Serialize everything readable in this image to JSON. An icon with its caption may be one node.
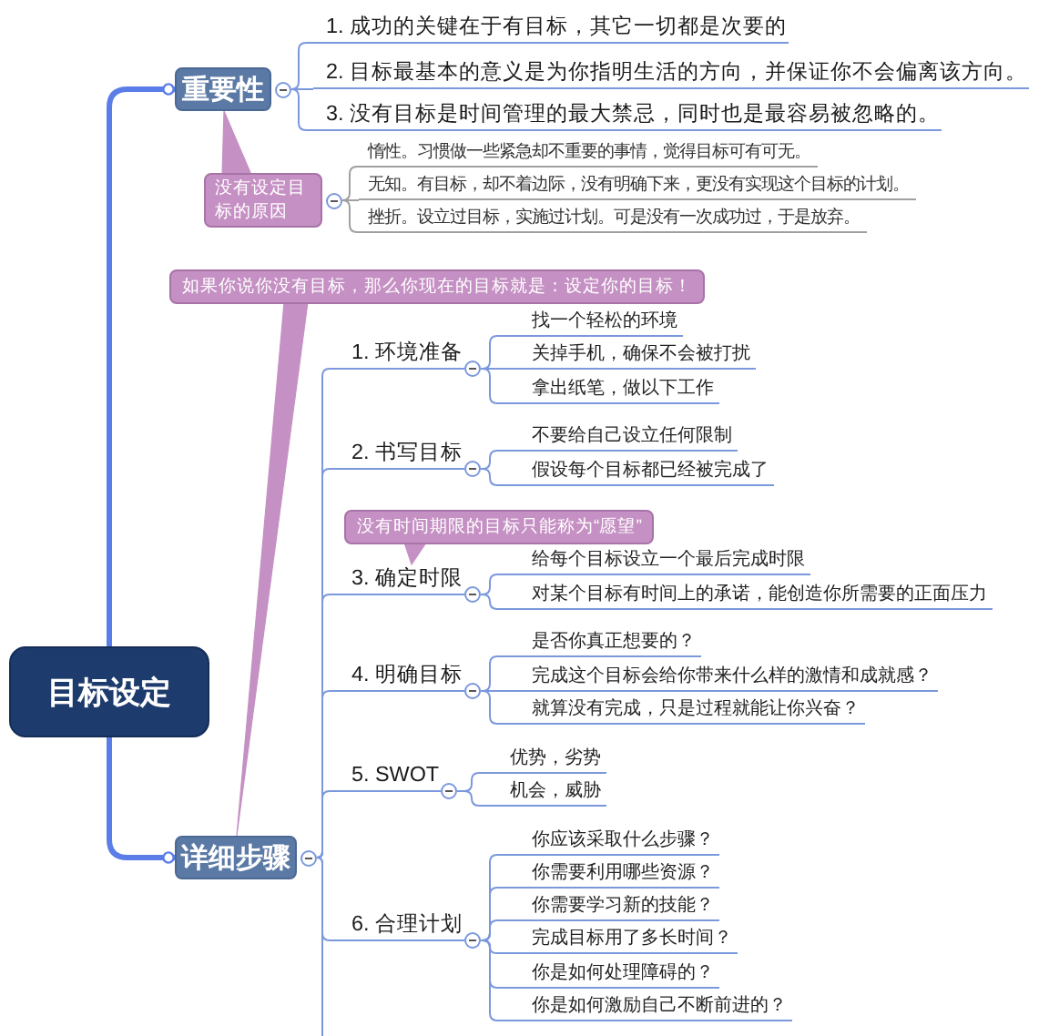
{
  "diagram": {
    "nodes": [
      {
        "text": [
          "目标设定"
        ]
      },
      {
        "text": [
          "重要性"
        ]
      },
      {
        "text": [
          "1. 成功的关键在于有目标，其它一切都是次要的"
        ]
      },
      {
        "text": [
          "2. 目标最基本的意义是为你指明生活的方向，并保证你不会偏离该方向。"
        ]
      },
      {
        "text": [
          "3. 没有目标是时间管理的最大禁忌，同时也是最容易被忽略的。"
        ]
      },
      {
        "text": [
          "没有设定目标的原因"
        ]
      },
      {
        "text": [
          "惰性。习惯做一些紧急却不重要的事情，觉得目标可有可无。"
        ]
      },
      {
        "text": [
          "无知。有目标，却不着边际，没有明确下来，更没有实现这个目标的计划。"
        ]
      },
      {
        "text": [
          "挫折。设立过目标，实施过计划。可是没有一次成功过，于是放弃。"
        ]
      },
      {
        "text": [
          "如果你说你没有目标，那么你现在的目标就是：设定你的目标！"
        ]
      },
      {
        "text": [
          "详细步骤"
        ]
      },
      {
        "text": [
          "1. 环境准备"
        ]
      },
      {
        "text": [
          "找一个轻松的环境"
        ]
      },
      {
        "text": [
          "关掉手机，确保不会被打扰"
        ]
      },
      {
        "text": [
          "拿出纸笔，做以下工作"
        ]
      },
      {
        "text": [
          "2. 书写目标"
        ]
      },
      {
        "text": [
          "不要给自己设立任何限制"
        ]
      },
      {
        "text": [
          "假设每个目标都已经被完成了"
        ]
      },
      {
        "text": [
          "没有时间期限的目标只能称为“愿望”"
        ]
      },
      {
        "text": [
          "3. 确定时限"
        ]
      },
      {
        "text": [
          "给每个目标设立一个最后完成时限"
        ]
      },
      {
        "text": [
          "对某个目标有时间上的承诺，能创造你所需要的正面压力"
        ]
      },
      {
        "text": [
          "4. 明确目标"
        ]
      },
      {
        "text": [
          "是否你真正想要的？"
        ]
      },
      {
        "text": [
          "完成这个目标会给你带来什么样的激情和成就感？"
        ]
      },
      {
        "text": [
          "就算没有完成，只是过程就能让你兴奋？"
        ]
      },
      {
        "text": [
          "5. SWOT"
        ]
      },
      {
        "text": [
          "优势，劣势"
        ]
      },
      {
        "text": [
          "机会，威胁"
        ]
      },
      {
        "text": [
          "6. 合理计划"
        ]
      },
      {
        "text": [
          "你应该采取什么步骤？"
        ]
      },
      {
        "text": [
          "你需要利用哪些资源？"
        ]
      },
      {
        "text": [
          "你需要学习新的技能？"
        ]
      },
      {
        "text": [
          "完成目标用了多长时间？"
        ]
      },
      {
        "text": [
          "你是如何处理障碍的？"
        ]
      },
      {
        "text": [
          "你是如何激励自己不断前进的？"
        ]
      }
    ],
    "edges": [
      {
        "from": 0,
        "to": 1,
        "arrow": "other",
        "style": "thick",
        "color": "#5a7de8"
      },
      {
        "from": 0,
        "to": 10,
        "arrow": "other",
        "style": "thick",
        "color": "#5a7de8"
      },
      {
        "from": 1,
        "to": 2,
        "arrow": "none"
      },
      {
        "from": 1,
        "to": 3,
        "arrow": "none"
      },
      {
        "from": 1,
        "to": 4,
        "arrow": "none"
      },
      {
        "from": 5,
        "to": 1,
        "arrow": "to",
        "style": "thick",
        "color": "#c590c3"
      },
      {
        "from": 5,
        "to": 6,
        "arrow": "none",
        "color": "#a0a0a0"
      },
      {
        "from": 5,
        "to": 7,
        "arrow": "none",
        "color": "#a0a0a0"
      },
      {
        "from": 5,
        "to": 8,
        "arrow": "none",
        "color": "#a0a0a0"
      },
      {
        "from": 9,
        "to": 10,
        "arrow": "to",
        "style": "thick",
        "color": "#c590c3"
      },
      {
        "from": 10,
        "to": 11,
        "arrow": "none"
      },
      {
        "from": 10,
        "to": 15,
        "arrow": "none"
      },
      {
        "from": 10,
        "to": 19,
        "arrow": "none"
      },
      {
        "from": 10,
        "to": 22,
        "arrow": "none"
      },
      {
        "from": 10,
        "to": 26,
        "arrow": "none"
      },
      {
        "from": 10,
        "to": 29,
        "arrow": "none"
      },
      {
        "from": 10,
        "to": null,
        "arrow": "none"
      },
      {
        "from": 11,
        "to": 12,
        "arrow": "none"
      },
      {
        "from": 11,
        "to": 13,
        "arrow": "none"
      },
      {
        "from": 11,
        "to": 14,
        "arrow": "none"
      },
      {
        "from": 15,
        "to": 16,
        "arrow": "none"
      },
      {
        "from": 15,
        "to": 17,
        "arrow": "none"
      },
      {
        "from": 18,
        "to": 19,
        "arrow": "to",
        "style": "thick",
        "color": "#c590c3"
      },
      {
        "from": 19,
        "to": 20,
        "arrow": "none"
      },
      {
        "from": 19,
        "to": 21,
        "arrow": "none"
      },
      {
        "from": 22,
        "to": 23,
        "arrow": "none"
      },
      {
        "from": 22,
        "to": 24,
        "arrow": "none"
      },
      {
        "from": 22,
        "to": 25,
        "arrow": "none"
      },
      {
        "from": 26,
        "to": 27,
        "arrow": "none"
      },
      {
        "from": 26,
        "to": 28,
        "arrow": "none"
      },
      {
        "from": 29,
        "to": 30,
        "arrow": "none"
      },
      {
        "from": 29,
        "to": 31,
        "arrow": "none"
      },
      {
        "from": 29,
        "to": 32,
        "arrow": "none"
      },
      {
        "from": 29,
        "to": 33,
        "arrow": "none"
      },
      {
        "from": 29,
        "to": 34,
        "arrow": "none"
      },
      {
        "from": 29,
        "to": 35,
        "arrow": "none"
      }
    ]
  }
}
